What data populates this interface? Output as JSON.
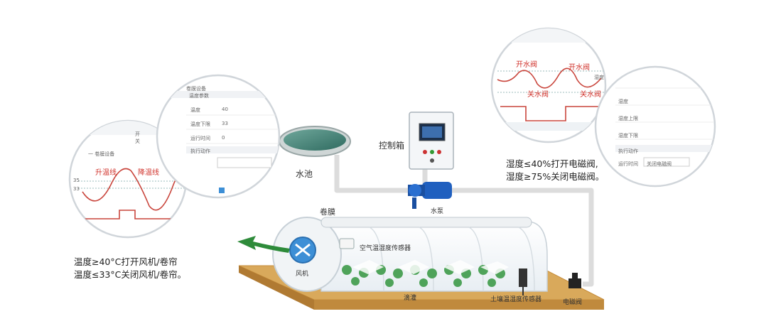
{
  "left_zoom": {
    "peak_label_1": "升温线",
    "peak_label_2": "降温线",
    "y_tick_1": "35",
    "y_tick_2": "33",
    "header_text": "一 卷膜设备",
    "legend_items": [
      "开",
      "关"
    ]
  },
  "left_caption": {
    "line1": "温度≥40°C打开风机/卷帘",
    "line2": "温度≤33°C关闭风机/卷帘。"
  },
  "settings_panel": {
    "header": "卷膜设备",
    "section": "温度参数",
    "rows": [
      {
        "label": "温度",
        "value": "40"
      },
      {
        "label": "温度下限",
        "value": "33"
      },
      {
        "label": "运行时间",
        "value": "0"
      }
    ],
    "section2": "执行动作"
  },
  "pool_label": "水池",
  "control_box_label": "控制箱",
  "pump_label": "水泵",
  "roller_label": "卷膜",
  "fan_label": "风机",
  "air_sensor_label": "空气温湿度传感器",
  "irrigation_label": "滴灌",
  "soil_sensor_label": "土壤温湿度传感器",
  "valve_label": "电磁阀",
  "right_zoom": {
    "label_top_left": "开水阀",
    "label_top_right": "开水阀",
    "label_bottom_left": "关水阀",
    "label_bottom_right": "关水阀",
    "side_label": "湿度"
  },
  "right_caption": {
    "line1": "湿度≤40%打开电磁阀,",
    "line2": "湿度≥75%关闭电磁阀。"
  },
  "right_settings": {
    "rows": [
      "湿度",
      "湿度上限",
      "湿度下限",
      "运行时间"
    ],
    "section": "执行动作",
    "row_last": "关闭电磁阀"
  },
  "colors": {
    "curve": "#c9453c",
    "pipe": "#e6e6e6",
    "frame": "#cfd8df",
    "soil": "#d9a95b",
    "arrow": "#2e8b3a",
    "pump": "#1f5fbf"
  }
}
